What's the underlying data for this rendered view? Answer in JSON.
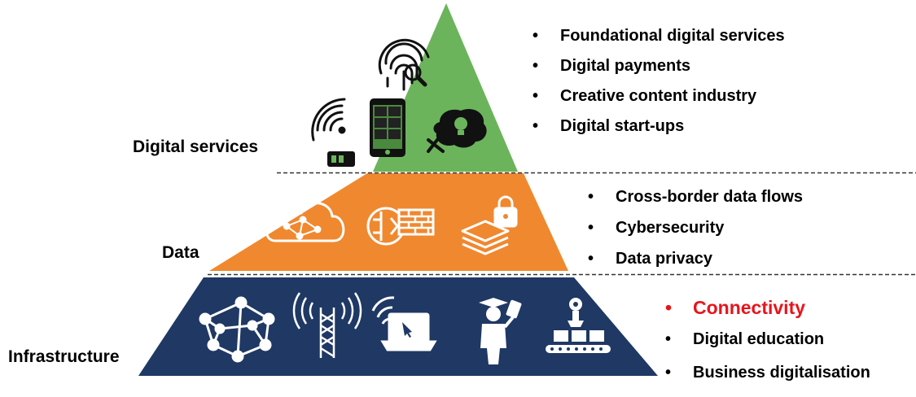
{
  "tiers": {
    "top": {
      "label": "Digital services",
      "color": "#6bb45b",
      "icons": [
        "fingerprint-search-icon",
        "contactless-card-icon",
        "smartphone-apps-icon",
        "idea-tools-icon"
      ],
      "bullets": [
        "Foundational digital services",
        "Digital payments",
        "Creative content industry",
        "Digital start-ups"
      ]
    },
    "middle": {
      "label": "Data",
      "color": "#f0882f",
      "icons": [
        "cloud-network-icon",
        "firewall-icon",
        "data-lock-icon"
      ],
      "bullets": [
        "Cross-border data flows",
        "Cybersecurity",
        "Data privacy"
      ]
    },
    "bottom": {
      "label": "Infrastructure",
      "color": "#1f3864",
      "icons": [
        "network-mesh-icon",
        "radio-tower-icon",
        "wifi-laptop-icon",
        "graduate-tablet-icon",
        "assembly-robot-icon"
      ],
      "bullets": [
        "Connectivity",
        "Digital education",
        "Business digitalisation"
      ],
      "highlight_color": "#e8141b"
    }
  },
  "bullet_symbol": "•"
}
